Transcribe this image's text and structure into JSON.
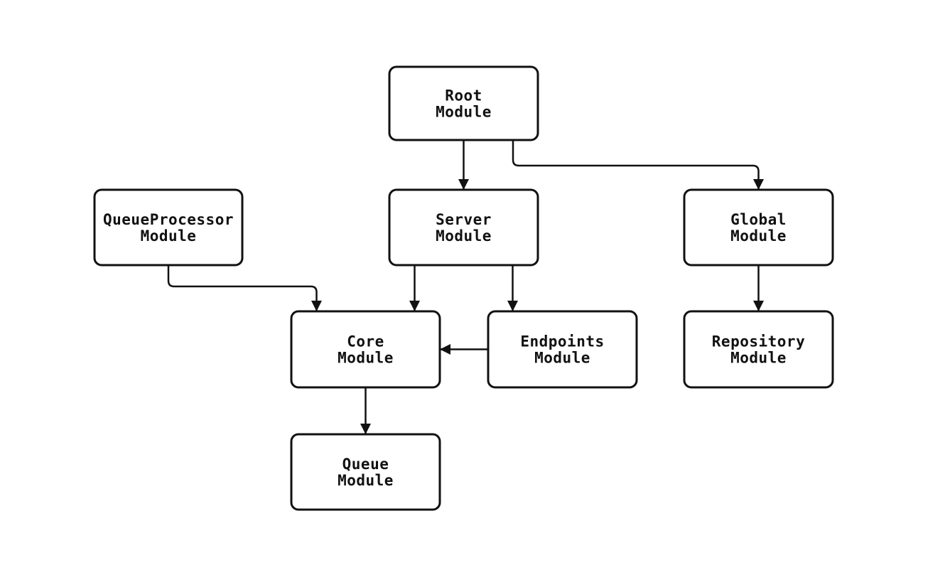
{
  "diagram": {
    "background": "#ffffff",
    "colors": {
      "node_border": "#111111",
      "node_fill": "#ffffff",
      "edge": "#111111",
      "text": "#111111"
    },
    "nodes": [
      {
        "id": "root",
        "lines": [
          "Root",
          "Module"
        ]
      },
      {
        "id": "queueprocessor",
        "lines": [
          "QueueProcessor",
          "Module"
        ]
      },
      {
        "id": "server",
        "lines": [
          "Server",
          "Module"
        ]
      },
      {
        "id": "global",
        "lines": [
          "Global",
          "Module"
        ]
      },
      {
        "id": "core",
        "lines": [
          "Core",
          "Module"
        ]
      },
      {
        "id": "endpoints",
        "lines": [
          "Endpoints",
          "Module"
        ]
      },
      {
        "id": "repository",
        "lines": [
          "Repository",
          "Module"
        ]
      },
      {
        "id": "queue",
        "lines": [
          "Queue",
          "Module"
        ]
      }
    ],
    "edges": [
      {
        "from": "root",
        "to": "server"
      },
      {
        "from": "root",
        "to": "global"
      },
      {
        "from": "queueprocessor",
        "to": "core"
      },
      {
        "from": "server",
        "to": "core"
      },
      {
        "from": "server",
        "to": "endpoints"
      },
      {
        "from": "endpoints",
        "to": "core"
      },
      {
        "from": "global",
        "to": "repository"
      },
      {
        "from": "core",
        "to": "queue"
      }
    ]
  }
}
